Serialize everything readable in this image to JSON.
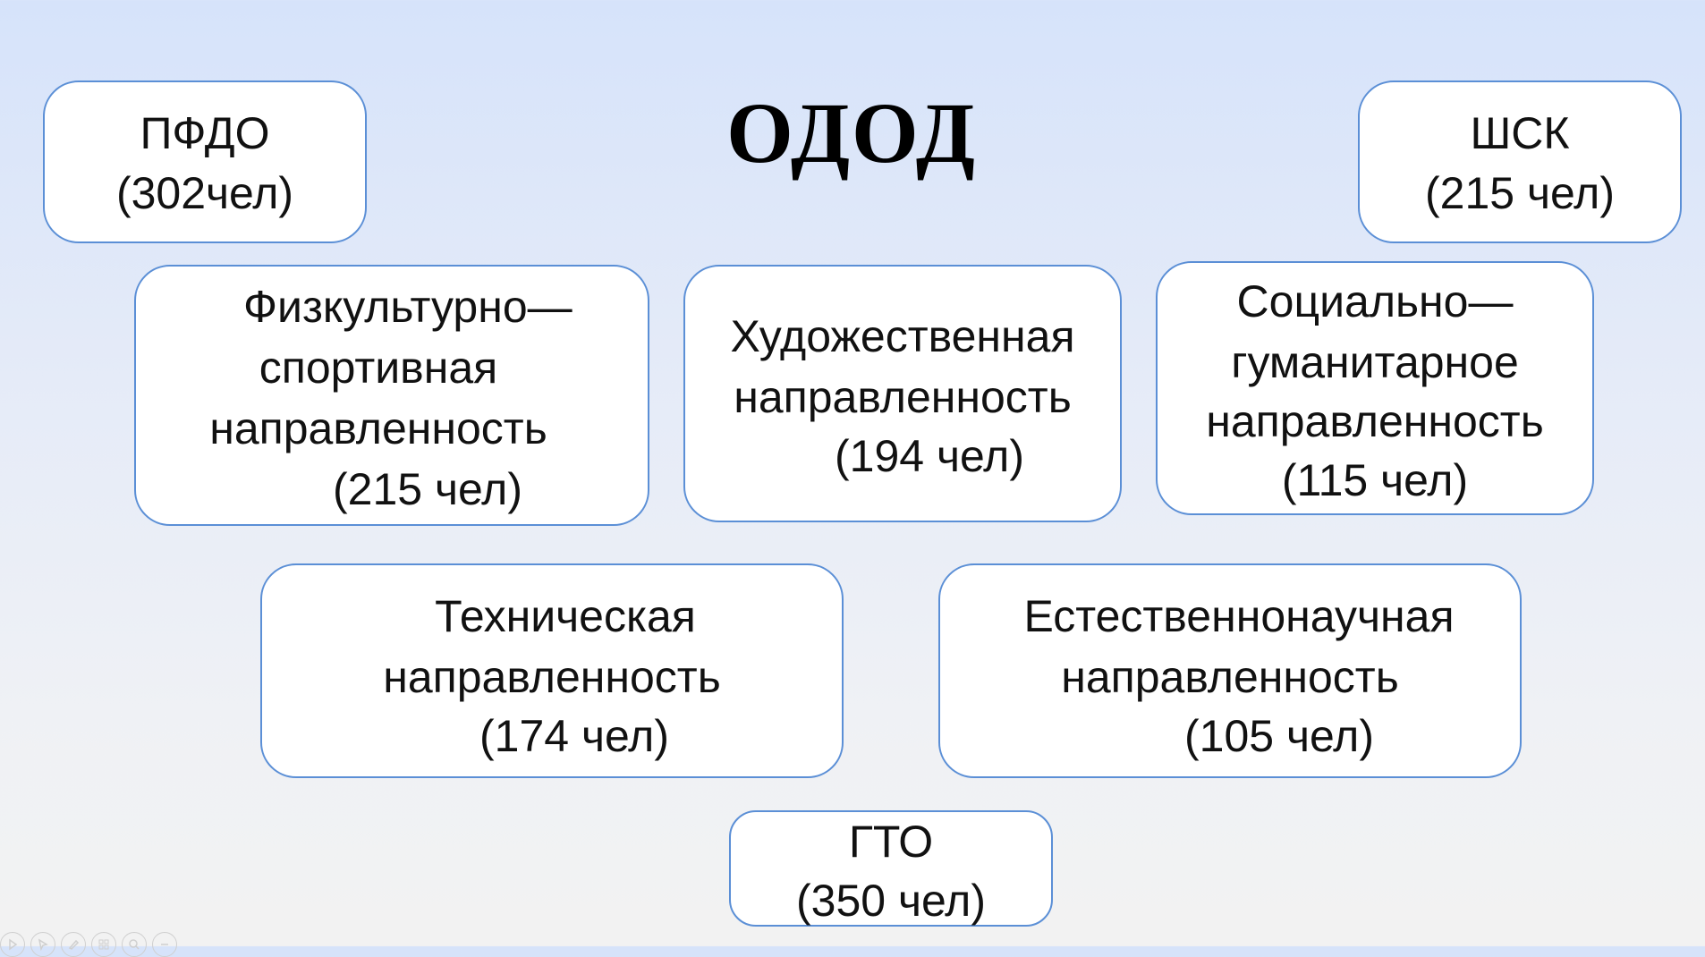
{
  "title": "ОДОД",
  "boxes": {
    "pfdo": {
      "lines": [
        "ПФДО",
        "(302чел)"
      ]
    },
    "shsk": {
      "lines": [
        "ШСК",
        "(215 чел)"
      ]
    },
    "fizkult": {
      "lines": [
        "Физкультурно—",
        "спортивная",
        "направленность",
        "(215 чел)"
      ]
    },
    "hudozh": {
      "lines": [
        "Художественная",
        "направленность",
        "(194 чел)"
      ]
    },
    "social": {
      "lines": [
        "Социально—",
        "гуманитарное",
        "направленность",
        "(115 чел)"
      ]
    },
    "tehnich": {
      "lines": [
        "Техническая",
        "направленность",
        "(174 чел)"
      ]
    },
    "estestv": {
      "lines": [
        "Естественнонаучная",
        "направленность",
        "(105 чел)"
      ]
    },
    "gto": {
      "lines": [
        "ГТО",
        "(350 чел)"
      ]
    }
  },
  "colors": {
    "border": "#5b8fd6",
    "background_top": "#d6e3fa",
    "background_bottom": "#f2f2f2"
  },
  "controls": [
    "play-icon",
    "pointer-icon",
    "pen-icon",
    "slides-icon",
    "zoom-icon",
    "more-icon"
  ]
}
